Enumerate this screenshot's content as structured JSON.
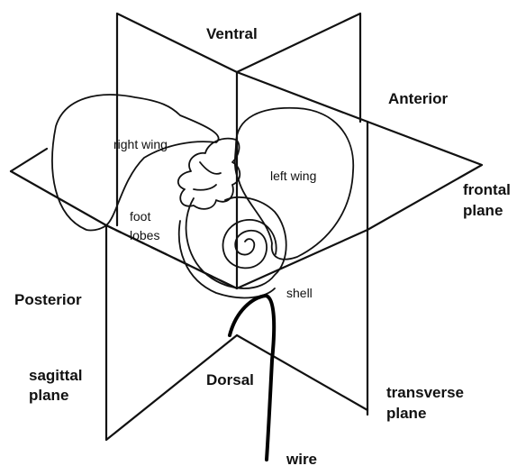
{
  "labels": {
    "ventral": "Ventral",
    "anterior": "Anterior",
    "frontal_plane": [
      "frontal",
      "plane"
    ],
    "posterior": "Posterior",
    "sagittal_plane": [
      "sagittal",
      "plane"
    ],
    "dorsal": "Dorsal",
    "transverse_plane": [
      "transverse",
      "plane"
    ],
    "wire": "wire",
    "shell": "shell",
    "right_wing": "right wing",
    "left_wing": "left wing",
    "foot_lobes": [
      "foot",
      "lobes"
    ]
  },
  "colors": {
    "ink": "#111111",
    "background": "#ffffff"
  }
}
